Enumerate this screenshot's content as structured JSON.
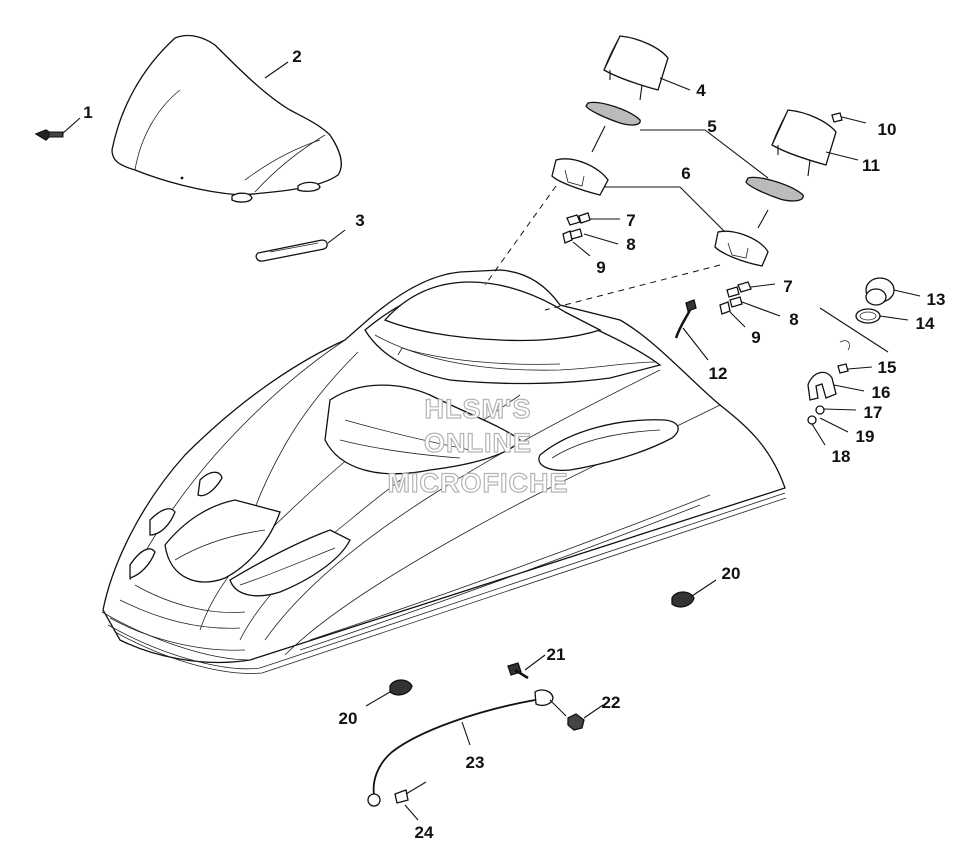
{
  "watermark": {
    "line1": "HLSM'S",
    "line2": "ONLINE",
    "line3": "MICROFICHE"
  },
  "callouts": {
    "c1": "1",
    "c2": "2",
    "c3": "3",
    "c4": "4",
    "c5": "5",
    "c6": "6",
    "c7a": "7",
    "c7b": "7",
    "c8a": "8",
    "c8b": "8",
    "c9a": "9",
    "c9b": "9",
    "c10": "10",
    "c11": "11",
    "c12": "12",
    "c13": "13",
    "c14": "14",
    "c15": "15",
    "c16": "16",
    "c17": "17",
    "c18": "18",
    "c19": "19",
    "c20a": "20",
    "c20b": "20",
    "c21": "21",
    "c22": "22",
    "c23": "23",
    "c24": "24"
  }
}
